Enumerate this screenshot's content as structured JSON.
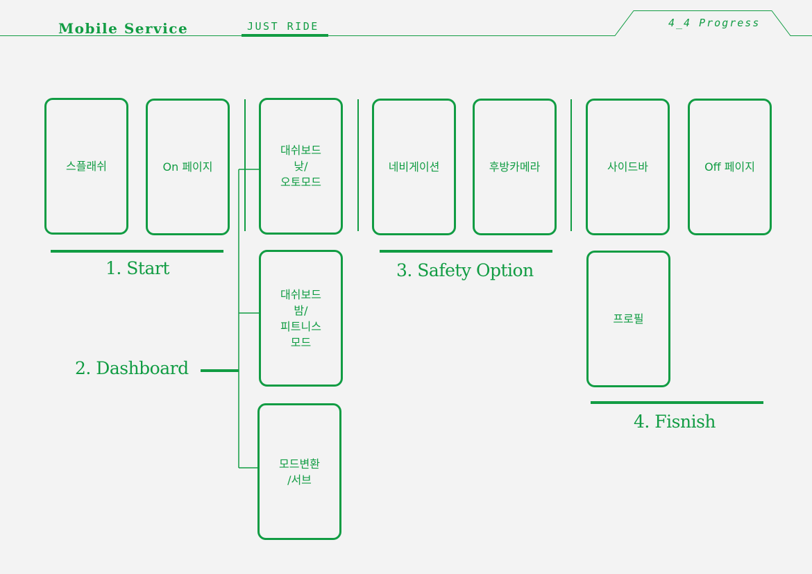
{
  "header": {
    "brand": "Mobile Service",
    "subbrand": "JUST RIDE",
    "progress": "4_4 Progress"
  },
  "sections": {
    "start": "1. Start",
    "dashboard": "2. Dashboard",
    "safety": "3. Safety Option",
    "finish": "4. Fisnish"
  },
  "cards": {
    "splash": "스플래쉬",
    "on_page": "On 페이지",
    "dash_day": "대쉬보드\n낮/\n오토모드",
    "dash_night": "대쉬보드\n밤/\n피트니스\n모드",
    "mode_change": "모드변환\n/서브",
    "navigation": "네비게이션",
    "rear_camera": "후방카메라",
    "sidebar": "사이드바",
    "off_page": "Off 페이지",
    "profile": "프로필"
  },
  "colors": {
    "accent": "#119c43",
    "background": "#f3f3f3"
  }
}
